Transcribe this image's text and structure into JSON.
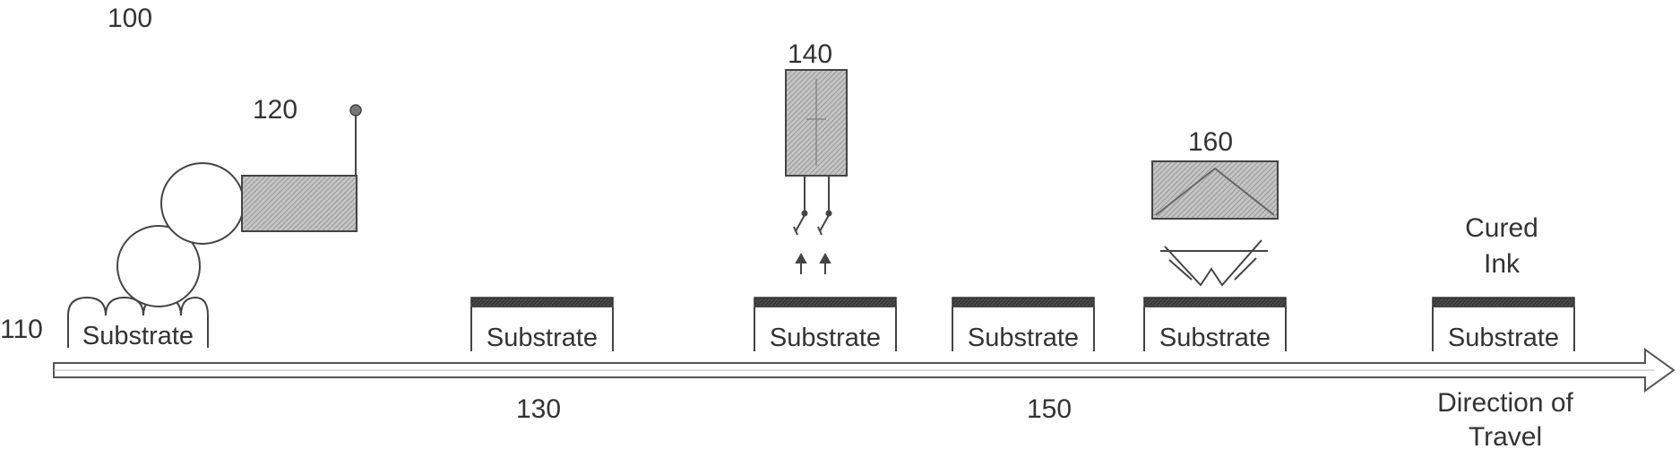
{
  "figure": {
    "ref_system": "100",
    "ref_roller": "110",
    "ref_coater": "120",
    "ref_station_a": "130",
    "ref_printer": "140",
    "ref_station_b": "150",
    "ref_curing": "160"
  },
  "labels": {
    "substrate": "Substrate",
    "cured_ink_line1": "Cured",
    "cured_ink_line2": "Ink",
    "direction_line1": "Direction of",
    "direction_line2": "Travel"
  },
  "colors": {
    "line": "#444444",
    "hatch_fill": "#b5b5b5",
    "ink_layer": "#333333",
    "text": "#333333"
  }
}
